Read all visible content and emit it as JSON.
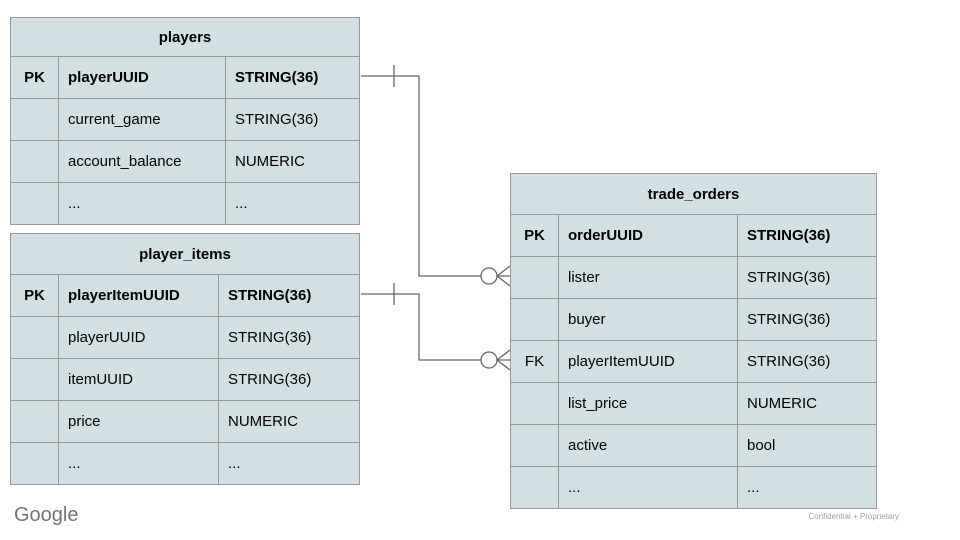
{
  "slide": {
    "footer": {
      "logo_text": "Google",
      "note": "Confidential + Proprietary"
    }
  },
  "colors": {
    "table_fill": "#d2e0e3",
    "table_border": "#95999a",
    "connector_line": "#666666",
    "text": "#000000",
    "logo_gray": "#737373",
    "footer_note_gray": "#9e9e9e"
  },
  "diagram": {
    "tables": [
      {
        "title": "players",
        "rows": [
          {
            "key": "PK",
            "field": "playerUUID",
            "type": "STRING(36)"
          },
          {
            "key": "",
            "field": "current_game",
            "type": "STRING(36)"
          },
          {
            "key": "",
            "field": "account_balance",
            "type": "NUMERIC"
          },
          {
            "key": "",
            "field": "...",
            "type": "..."
          }
        ]
      },
      {
        "title": "player_items",
        "rows": [
          {
            "key": "PK",
            "field": "playerItemUUID",
            "type": "STRING(36)"
          },
          {
            "key": "",
            "field": "playerUUID",
            "type": "STRING(36)"
          },
          {
            "key": "",
            "field": "itemUUID",
            "type": "STRING(36)"
          },
          {
            "key": "",
            "field": "price",
            "type": "NUMERIC"
          },
          {
            "key": "",
            "field": "...",
            "type": "..."
          }
        ]
      },
      {
        "title": "trade_orders",
        "rows": [
          {
            "key": "PK",
            "field": "orderUUID",
            "type": "STRING(36)"
          },
          {
            "key": "",
            "field": "lister",
            "type": "STRING(36)"
          },
          {
            "key": "",
            "field": "buyer",
            "type": "STRING(36)"
          },
          {
            "key": "FK",
            "field": "playerItemUUID",
            "type": "STRING(36)"
          },
          {
            "key": "",
            "field": "list_price",
            "type": "NUMERIC"
          },
          {
            "key": "",
            "field": "active",
            "type": "bool"
          },
          {
            "key": "",
            "field": "...",
            "type": "..."
          }
        ]
      }
    ],
    "relationships": [
      {
        "from_table": "players",
        "from_column": "playerUUID",
        "to_table": "trade_orders",
        "to_column": "lister",
        "from_cardinality": "one",
        "to_cardinality": "zero-or-many"
      },
      {
        "from_table": "player_items",
        "from_column": "playerItemUUID",
        "to_table": "trade_orders",
        "to_column": "playerItemUUID",
        "from_cardinality": "one",
        "to_cardinality": "zero-or-many"
      }
    ]
  }
}
